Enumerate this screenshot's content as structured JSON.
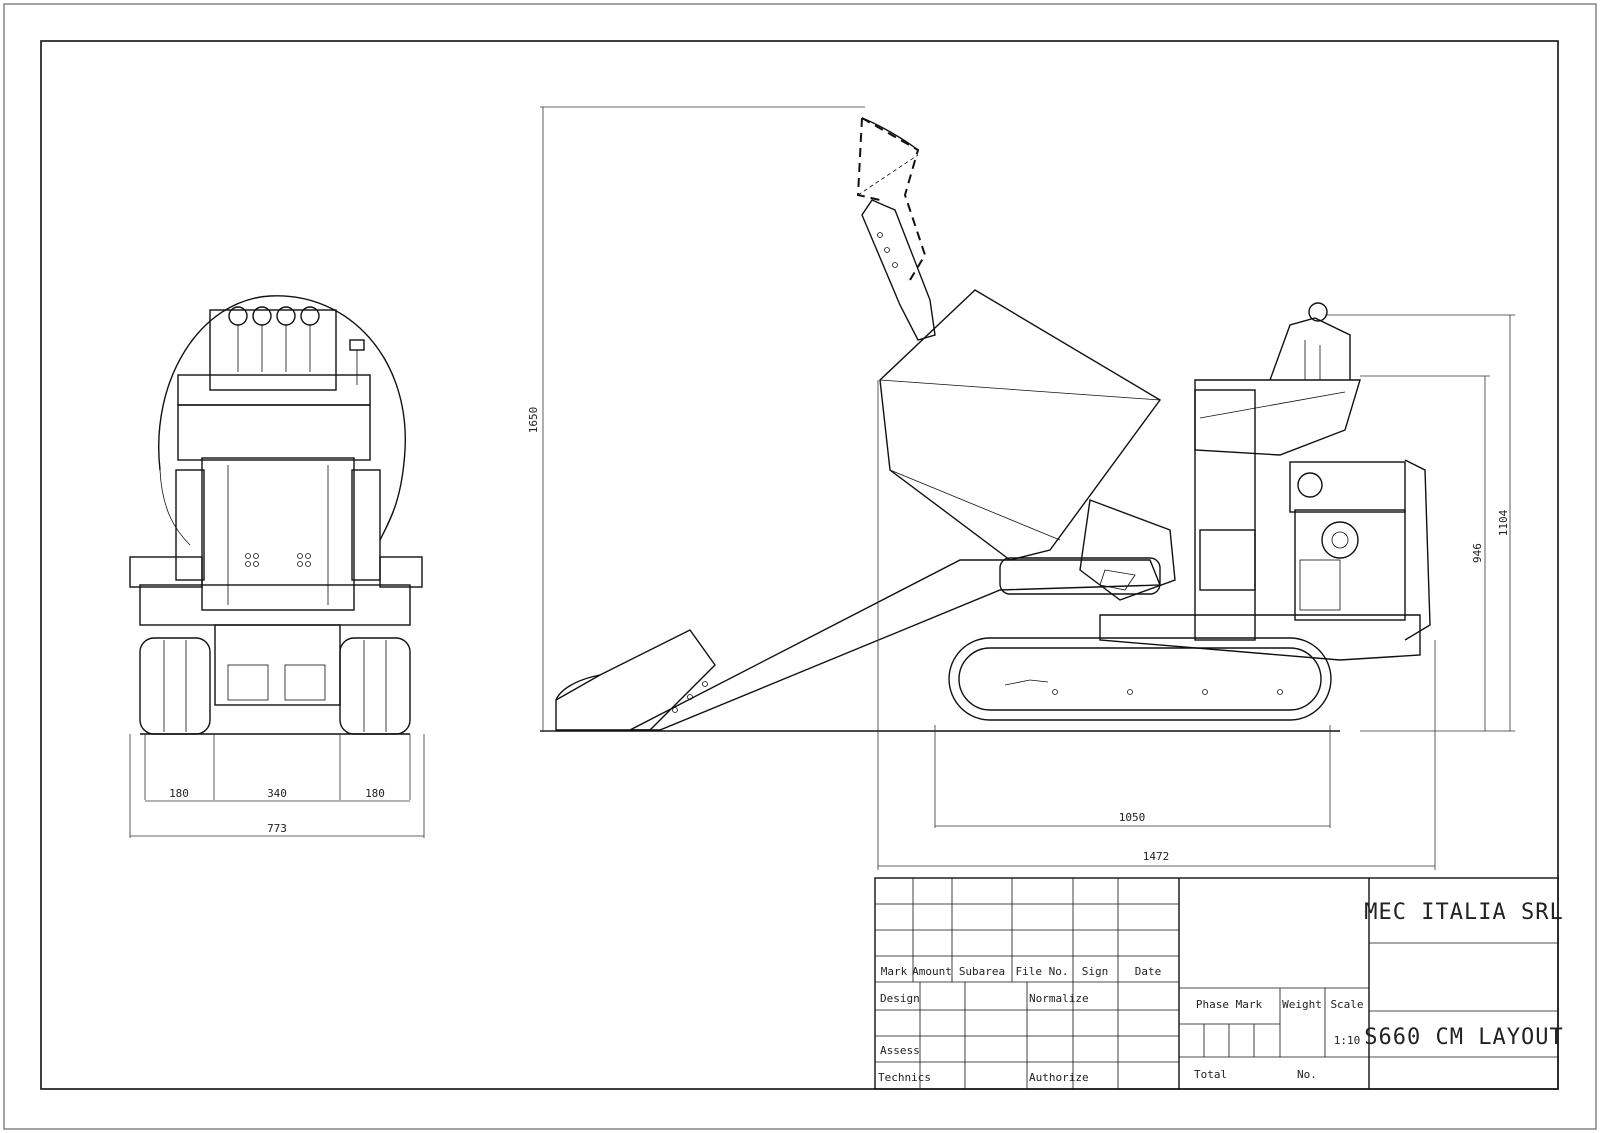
{
  "drawing": {
    "company": "MEC ITALIA SRL",
    "title": "S660 CM LAYOUT",
    "scale_label": "Scale",
    "scale_value": "1:10"
  },
  "front_view_dimensions": {
    "left_track": "180",
    "center": "340",
    "right_track": "180",
    "overall_width": "773"
  },
  "side_view_dimensions": {
    "overall_height": "1650",
    "track_length": "1050",
    "overall_length": "1472",
    "height_right": "1104",
    "height_inner": "946"
  },
  "title_block": {
    "header_labels": [
      "Mark",
      "Amount",
      "Subarea",
      "File No.",
      "Sign",
      "Date"
    ],
    "row_labels": {
      "design": "Design",
      "normalize": "Normalize",
      "assess": "Assess",
      "technics": "Technics",
      "authorize": "Authorize"
    },
    "middle": {
      "phase_mark": "Phase Mark",
      "weight": "Weight",
      "scale": "Scale",
      "scale_value": "1:10",
      "total": "Total",
      "no": "No."
    }
  }
}
